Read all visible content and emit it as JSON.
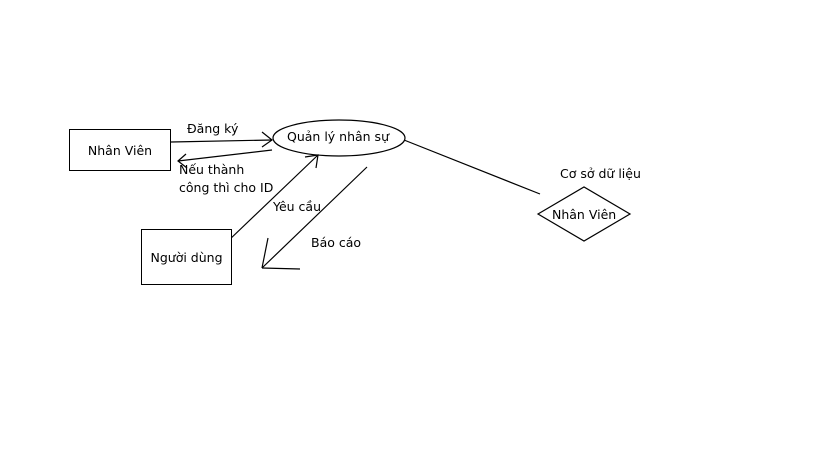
{
  "entities": {
    "nhan_vien_box": "Nhân Viên",
    "nguoi_dung_box": "Người dùng"
  },
  "process": {
    "label": "Quản lý nhân sự"
  },
  "database": {
    "title": "Cơ sở dữ liệu",
    "diamond_label": "Nhân Viên"
  },
  "flows": {
    "register": "Đăng ký",
    "success_line1": "Nếu thành",
    "success_line2": "công thì cho ID",
    "request": "Yêu cầu",
    "report": "Báo cáo"
  }
}
